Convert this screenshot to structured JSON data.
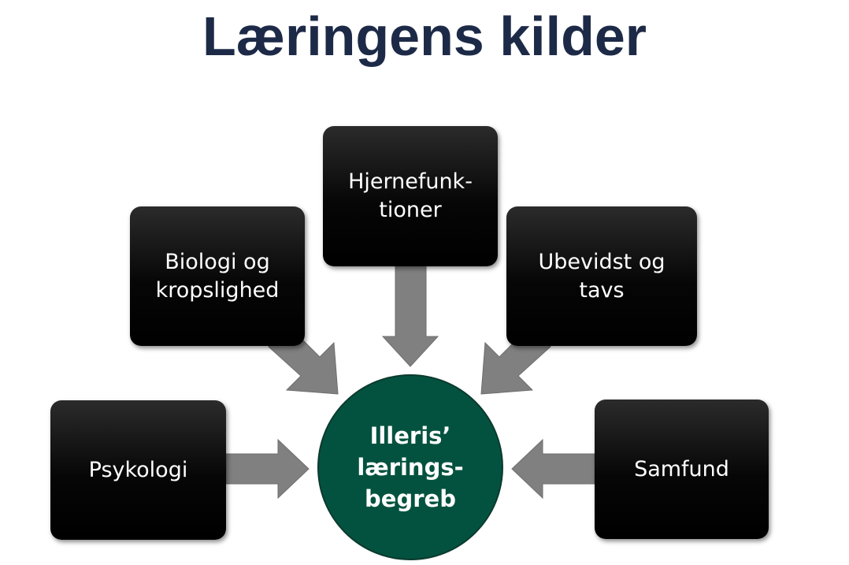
{
  "title": "Læringens kilder",
  "center": {
    "label": "Illeris’\nlærings-\nbegreb"
  },
  "sources": {
    "hjernefunktioner": "Hjernefunk-\ntioner",
    "biologi": "Biologi og\nkropslighed",
    "ubevidst": "Ubevidst og\ntavs",
    "psykologi": "Psykologi",
    "samfund": "Samfund"
  },
  "colors": {
    "title": "#1d2a47",
    "box": "#000000",
    "center": "#03523f",
    "arrow": "#808080"
  }
}
